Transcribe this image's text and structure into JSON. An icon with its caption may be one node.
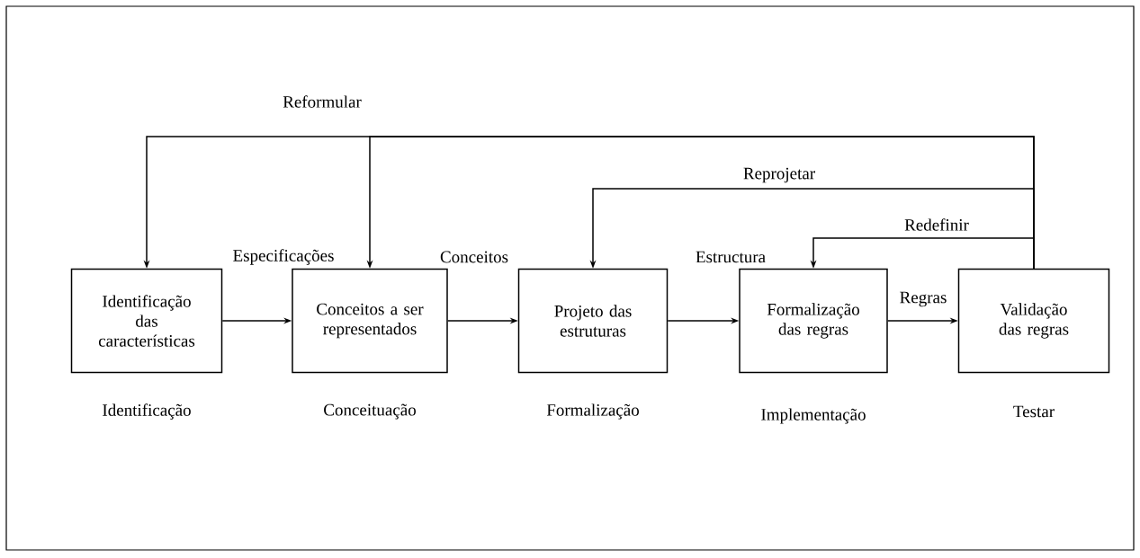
{
  "diagram": {
    "nodes": [
      {
        "text": [
          "Identificação das características"
        ],
        "beside": [
          "Identificação"
        ]
      },
      {
        "text": [
          "Conceitos a ser representados"
        ],
        "beside": [
          "Conceituação"
        ]
      },
      {
        "text": [
          "Projeto das estruturas"
        ],
        "beside": [
          "Formalização"
        ]
      },
      {
        "text": [
          "Formalização das regras"
        ],
        "beside": [
          "Implementação"
        ]
      },
      {
        "text": [
          "Validação das regras"
        ],
        "beside": [
          "Testar"
        ]
      }
    ],
    "edges": [
      {
        "from": 0,
        "to": 1,
        "arrow": "to",
        "label": "Especificações"
      },
      {
        "from": 1,
        "to": 2,
        "arrow": "to",
        "label": "Conceitos"
      },
      {
        "from": 2,
        "to": 3,
        "arrow": "to",
        "label": "Estructura"
      },
      {
        "from": 3,
        "to": 4,
        "arrow": "to",
        "label": "Regras"
      },
      {
        "from": 4,
        "to": 0,
        "arrow": "to",
        "label": "Reformular"
      },
      {
        "from": 4,
        "to": 1,
        "arrow": "to"
      },
      {
        "from": 4,
        "to": 2,
        "arrow": "to",
        "label": "Reprojetar"
      },
      {
        "from": 4,
        "to": 3,
        "arrow": "to",
        "label": "Redefinir"
      }
    ]
  }
}
